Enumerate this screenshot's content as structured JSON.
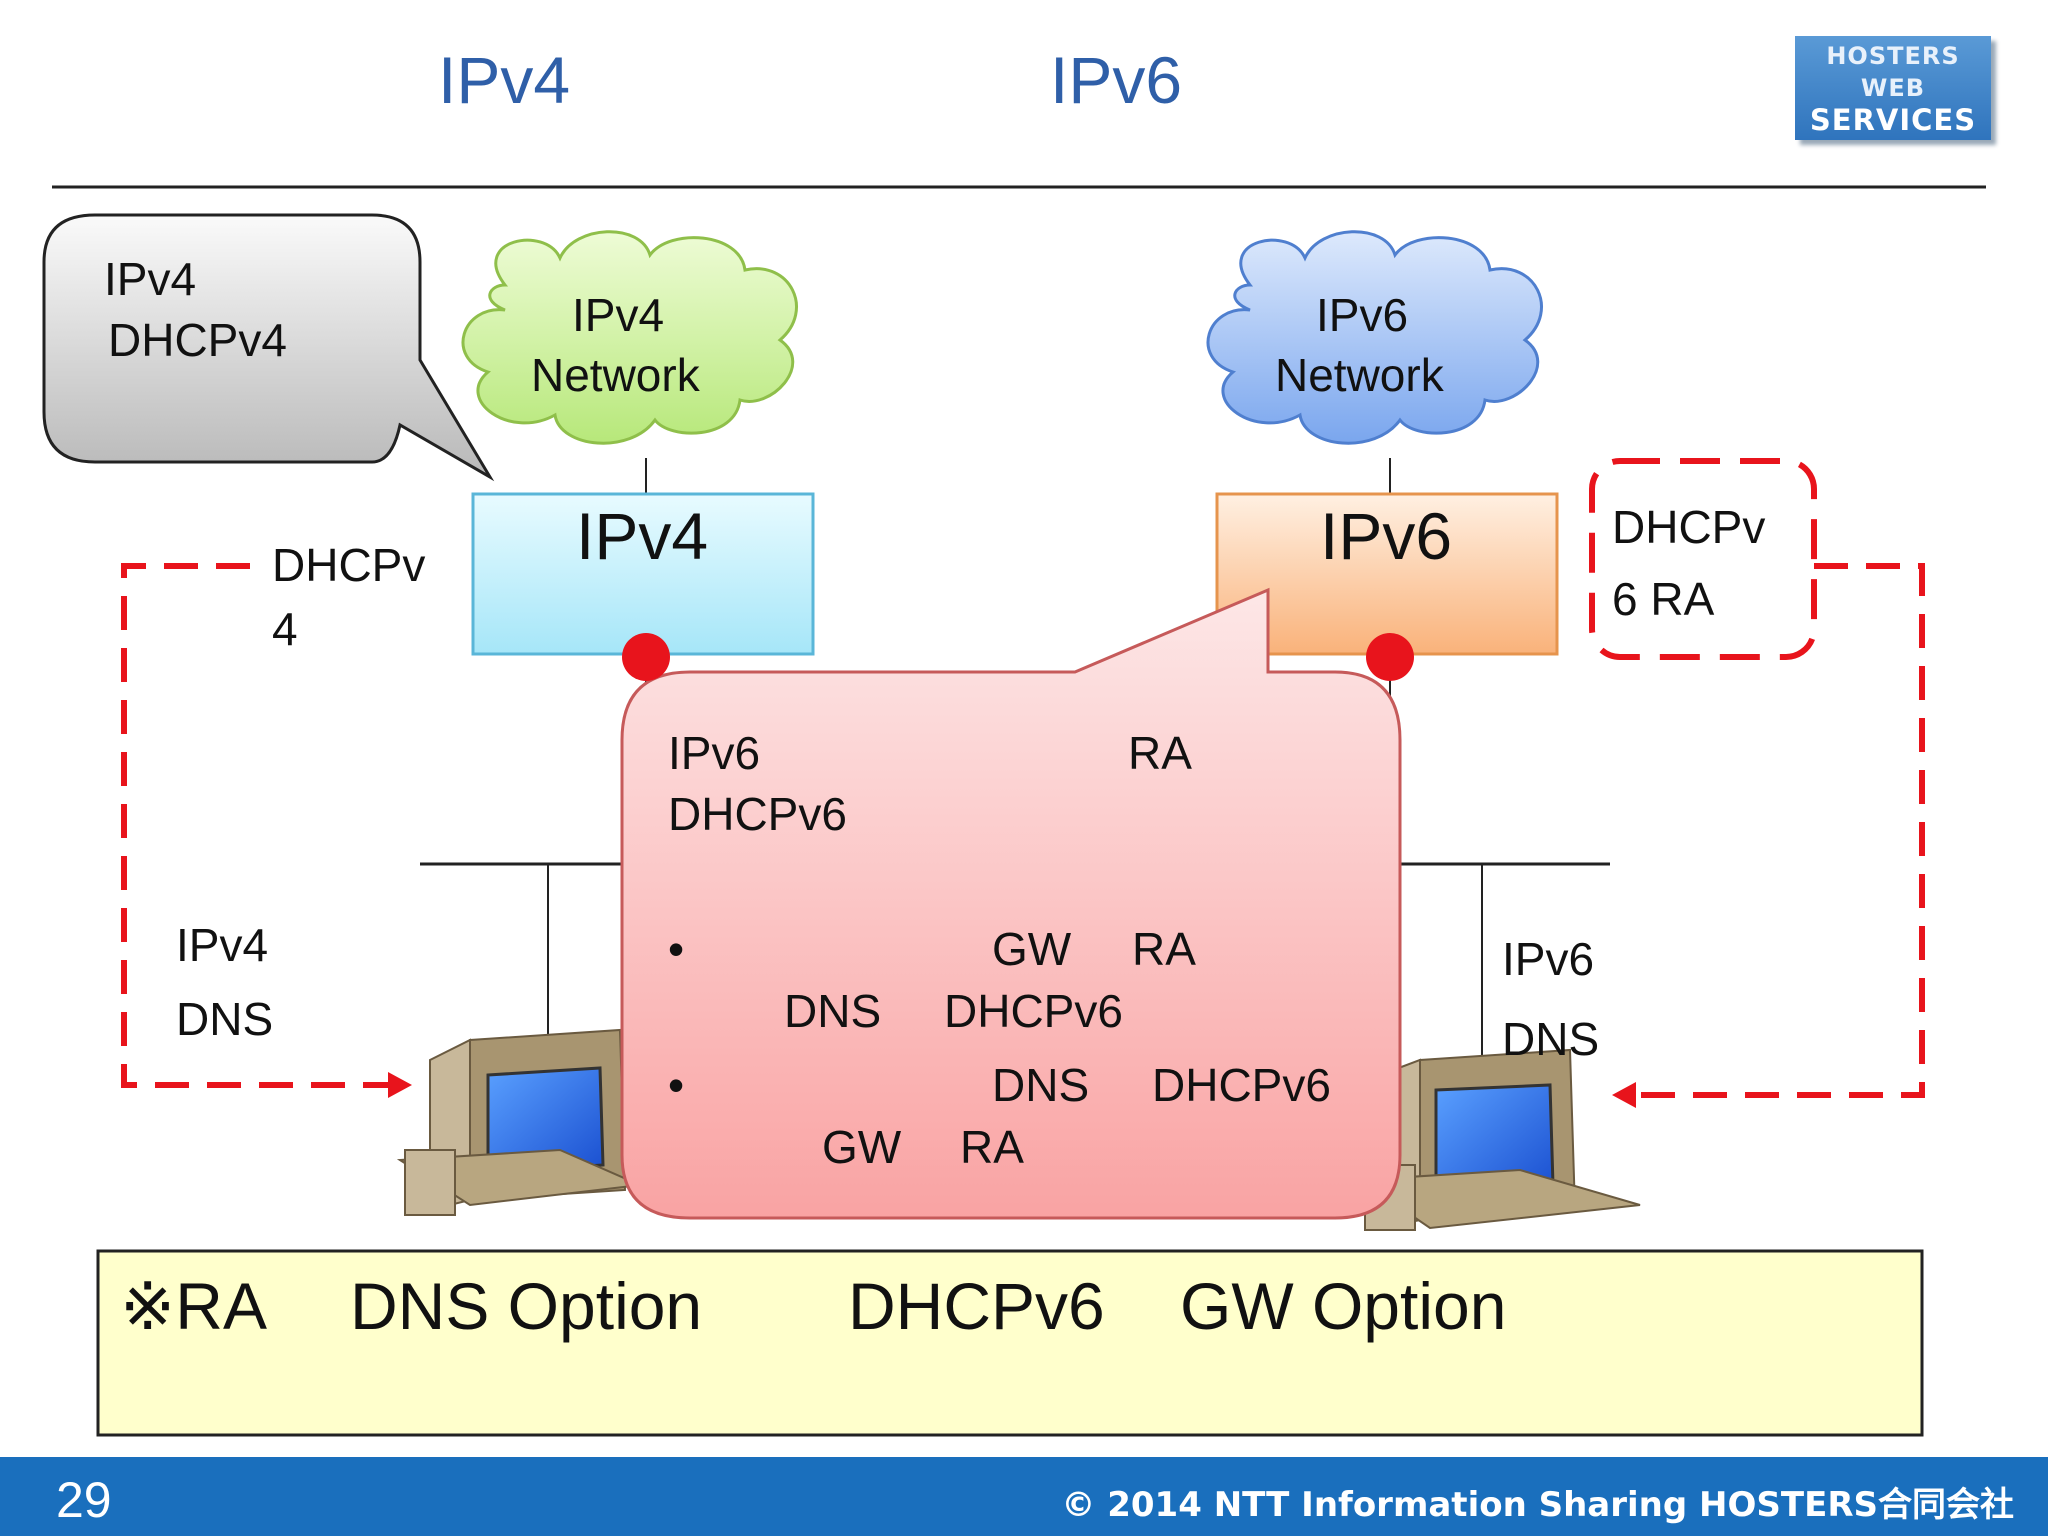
{
  "header": {
    "left_title": "IPv4",
    "right_title": "IPv6"
  },
  "logo": {
    "line1": "HOSTERS",
    "line2": "WEB",
    "line3": "SERVICES"
  },
  "callout_gray": {
    "line1": "IPv4",
    "line2": "DHCPv4"
  },
  "clouds": {
    "ipv4": {
      "line1": "IPv4",
      "line2": "Network"
    },
    "ipv6": {
      "line1": "IPv6",
      "line2": "Network"
    }
  },
  "routers": {
    "ipv4": "IPv4",
    "ipv6": "IPv6"
  },
  "labels": {
    "dhcpv4_line1": "DHCPv",
    "dhcpv4_line2": "4",
    "dhcpv6ra_line1": "DHCPv",
    "dhcpv6ra_line2": "6 RA",
    "left_host_line1": "IPv4",
    "left_host_line2": "DNS",
    "right_host_line1": "IPv6",
    "right_host_line2": "DNS"
  },
  "callout_pink": {
    "row1_a": "IPv6",
    "row1_b": "RA",
    "row2": "DHCPv6",
    "bullet1_mark": "•",
    "bullet1_gw": "GW",
    "bullet1_ra": "RA",
    "bullet1_dns": "DNS",
    "bullet1_dhcp": "DHCPv6",
    "bullet2_mark": "•",
    "bullet2_dns": "DNS",
    "bullet2_dhcp": "DHCPv6",
    "bullet2_gw": "GW",
    "bullet2_ra": "RA"
  },
  "note": {
    "part1": "※RA",
    "part2": "DNS Option",
    "part3": "DHCPv6",
    "part4": "GW Option"
  },
  "footer": {
    "page_number": "29",
    "copyright": "© 2014 NTT Information Sharing  HOSTERS合同会社"
  },
  "colors": {
    "title_blue": "#2f5fa8",
    "dash_red": "#e8141c",
    "footer_blue": "#1a6fbd",
    "cloud_green": "#c9f08e",
    "cloud_blue": "#8fb6f2",
    "router_v4": "#b9eefb",
    "router_v6": "#fbc89a",
    "pink_callout": "#fbb0b0",
    "note_yellow": "#ffffcc"
  }
}
